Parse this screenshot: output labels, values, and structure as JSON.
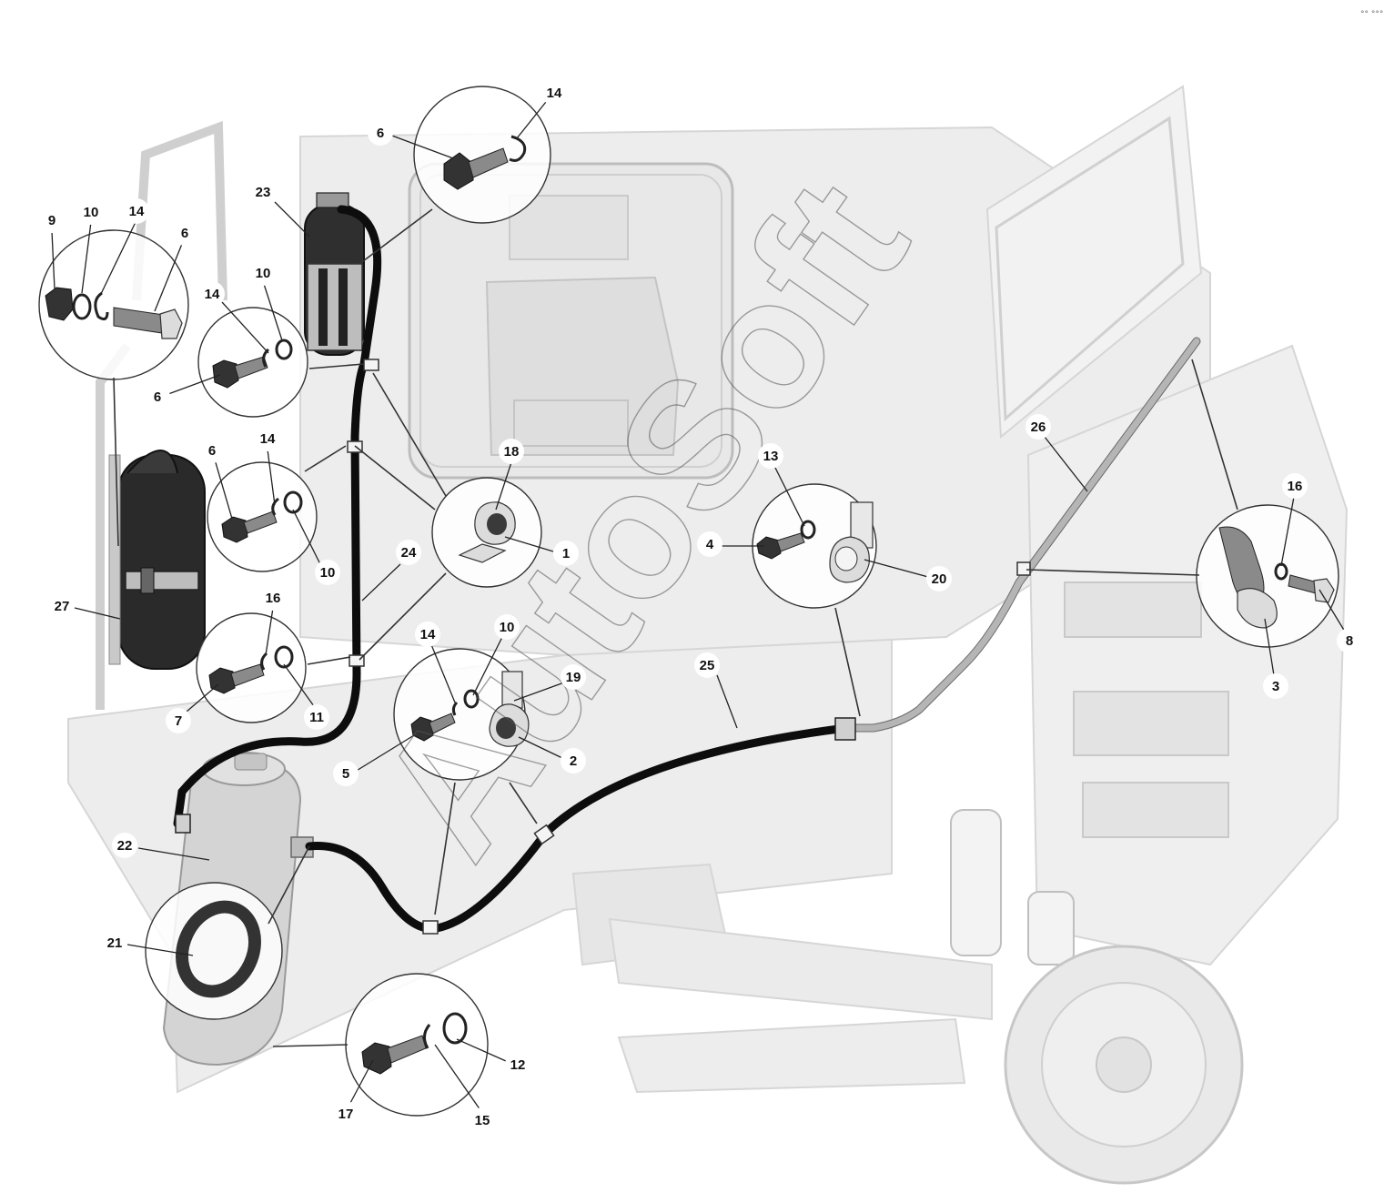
{
  "watermark": "AutoSoft",
  "corner_mark": "°° °°°",
  "callouts": [
    {
      "id": "c1",
      "label": "1"
    },
    {
      "id": "c2",
      "label": "2"
    },
    {
      "id": "c3",
      "label": "3"
    },
    {
      "id": "c4",
      "label": "4"
    },
    {
      "id": "c5",
      "label": "5"
    },
    {
      "id": "c6a",
      "label": "6"
    },
    {
      "id": "c6b",
      "label": "6"
    },
    {
      "id": "c6c",
      "label": "6"
    },
    {
      "id": "c6d",
      "label": "6"
    },
    {
      "id": "c7",
      "label": "7"
    },
    {
      "id": "c8",
      "label": "8"
    },
    {
      "id": "c9",
      "label": "9"
    },
    {
      "id": "c10a",
      "label": "10"
    },
    {
      "id": "c10b",
      "label": "10"
    },
    {
      "id": "c10c",
      "label": "10"
    },
    {
      "id": "c10d",
      "label": "10"
    },
    {
      "id": "c11",
      "label": "11"
    },
    {
      "id": "c12",
      "label": "12"
    },
    {
      "id": "c13",
      "label": "13"
    },
    {
      "id": "c14a",
      "label": "14"
    },
    {
      "id": "c14b",
      "label": "14"
    },
    {
      "id": "c14c",
      "label": "14"
    },
    {
      "id": "c14d",
      "label": "14"
    },
    {
      "id": "c14e",
      "label": "14"
    },
    {
      "id": "c15",
      "label": "15"
    },
    {
      "id": "c16a",
      "label": "16"
    },
    {
      "id": "c16b",
      "label": "16"
    },
    {
      "id": "c17",
      "label": "17"
    },
    {
      "id": "c18",
      "label": "18"
    },
    {
      "id": "c19",
      "label": "19"
    },
    {
      "id": "c20",
      "label": "20"
    },
    {
      "id": "c21",
      "label": "21"
    },
    {
      "id": "c22",
      "label": "22"
    },
    {
      "id": "c23",
      "label": "23"
    },
    {
      "id": "c24",
      "label": "24"
    },
    {
      "id": "c25",
      "label": "25"
    },
    {
      "id": "c26",
      "label": "26"
    },
    {
      "id": "c27",
      "label": "27"
    }
  ]
}
